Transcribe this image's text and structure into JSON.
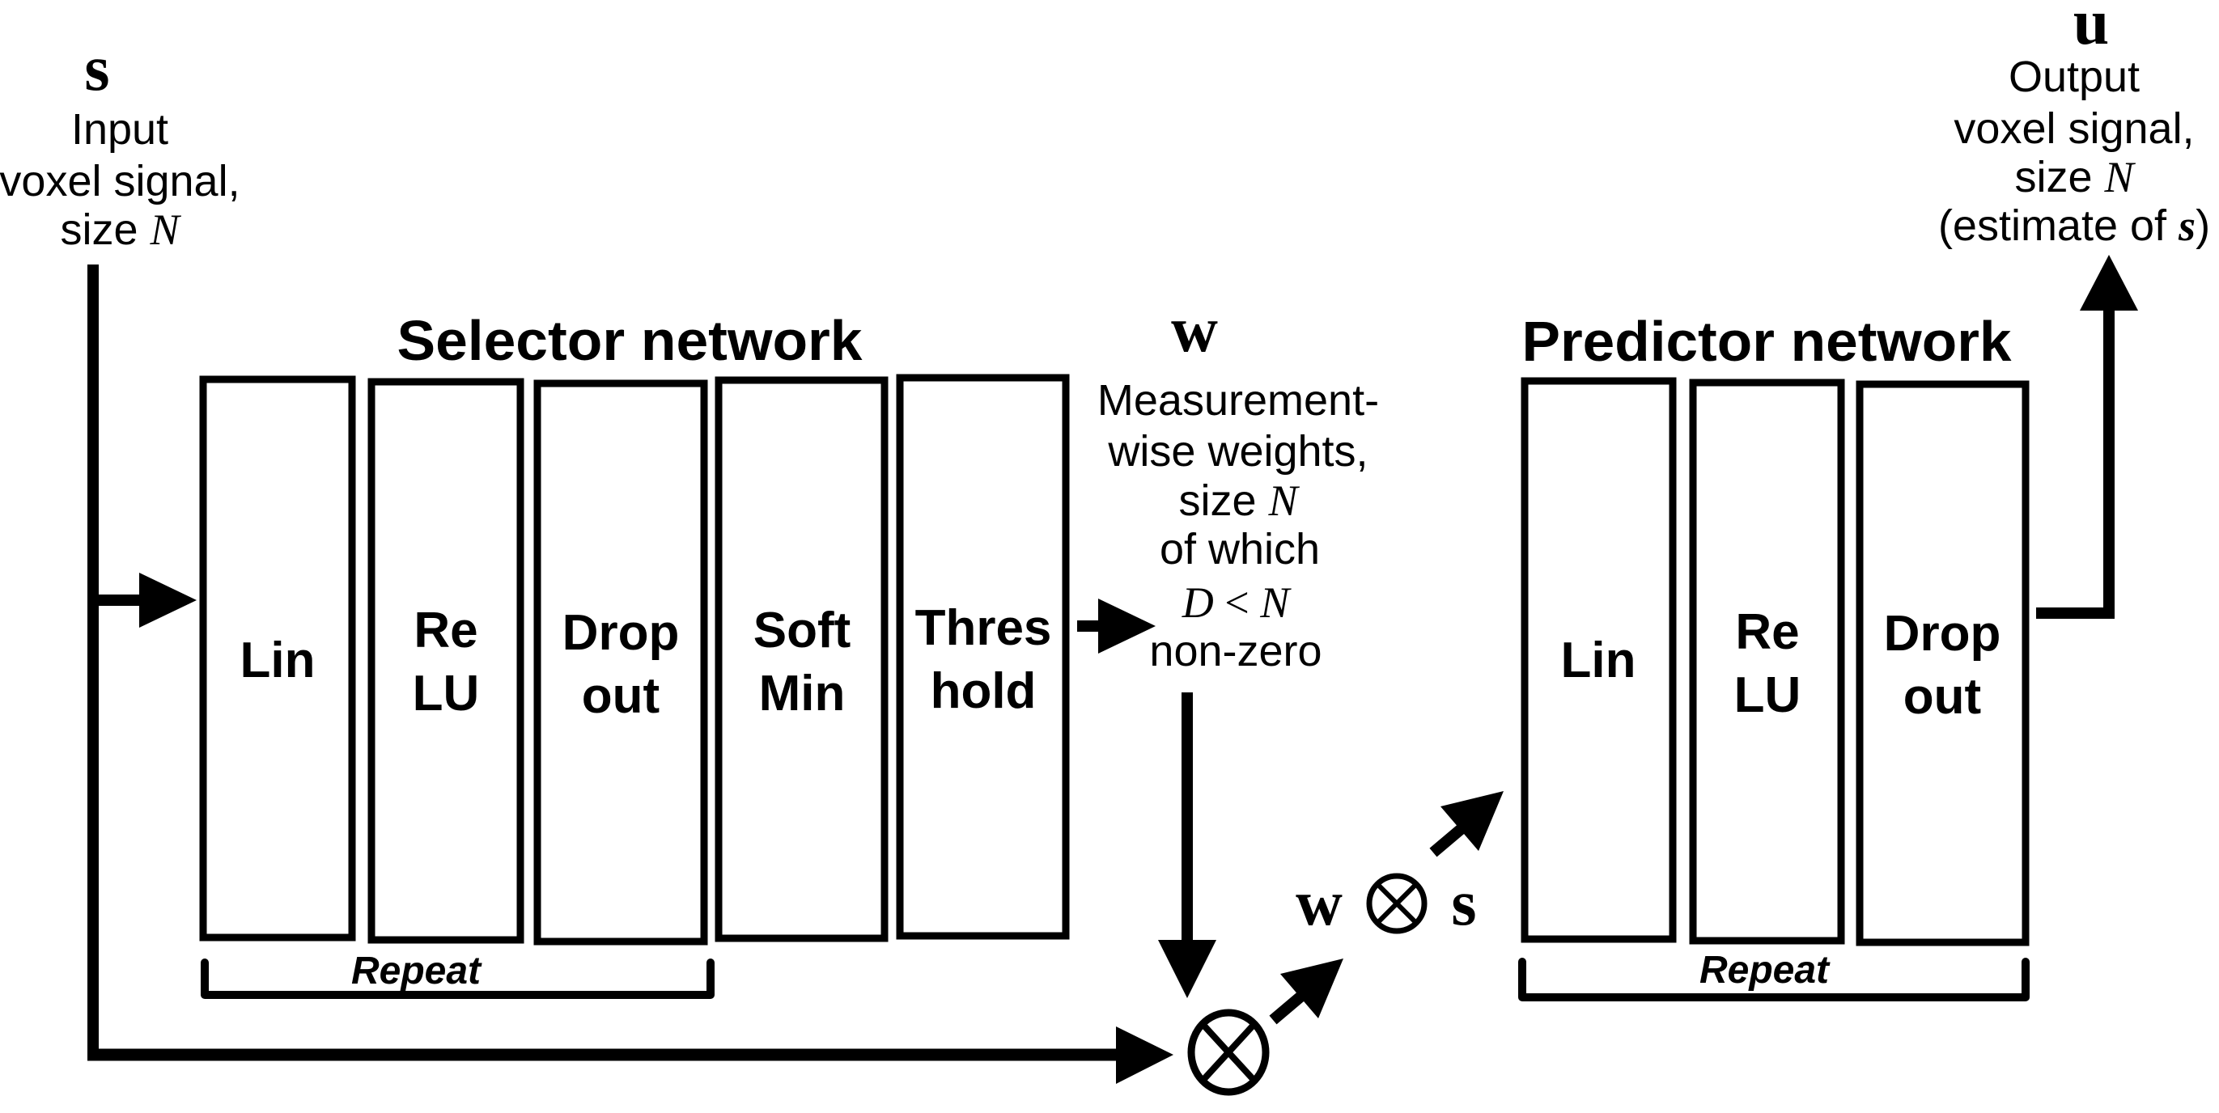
{
  "input": {
    "symbol": "s",
    "lines": [
      "Input",
      "voxel signal,"
    ],
    "size_prefix": "size ",
    "size_var": "N"
  },
  "output": {
    "symbol": "u",
    "lines": [
      "Output",
      "voxel signal,"
    ],
    "size_prefix": "size ",
    "size_var": "N",
    "estimate_prefix": "(estimate of ",
    "estimate_var": "s",
    "estimate_suffix": ")"
  },
  "selector": {
    "title": "Selector network",
    "layers": [
      {
        "lines": [
          "Lin"
        ]
      },
      {
        "lines": [
          "Re",
          "LU"
        ]
      },
      {
        "lines": [
          "Drop",
          "out"
        ]
      },
      {
        "lines": [
          "Soft",
          "Min"
        ]
      },
      {
        "lines": [
          "Thres",
          "hold"
        ]
      }
    ],
    "repeat_label": "Repeat"
  },
  "weights": {
    "symbol": "w",
    "lines": [
      "Measurement-",
      "wise weights,"
    ],
    "size_prefix": "size ",
    "size_var": "N",
    "of_which": "of which",
    "condition_left": "D",
    "condition_op": " < ",
    "condition_right": "N",
    "nonzero": "non-zero"
  },
  "product": {
    "left": "w",
    "operator": "⊗",
    "right": "s"
  },
  "predictor": {
    "title": "Predictor network",
    "layers": [
      {
        "lines": [
          "Lin"
        ]
      },
      {
        "lines": [
          "Re",
          "LU"
        ]
      },
      {
        "lines": [
          "Drop",
          "out"
        ]
      }
    ],
    "repeat_label": "Repeat"
  }
}
